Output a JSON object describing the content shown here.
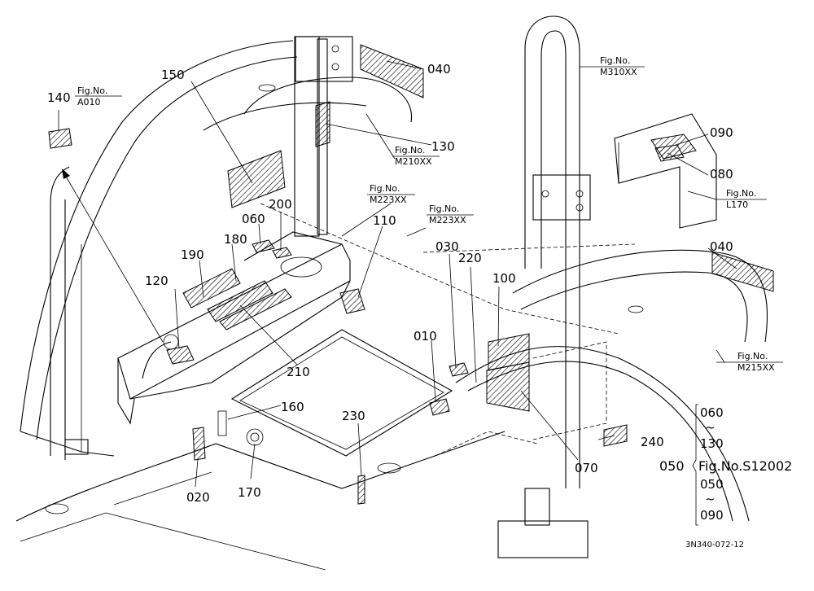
{
  "part_labels": {
    "p010": "010",
    "p020": "020",
    "p030": "030",
    "p040a": "040",
    "p040b": "040",
    "p060": "060",
    "p070": "070",
    "p080": "080",
    "p090": "090",
    "p100": "100",
    "p110": "110",
    "p120": "120",
    "p130": "130",
    "p140": "140",
    "p150": "150",
    "p160": "160",
    "p170": "170",
    "p180": "180",
    "p190": "190",
    "p200": "200",
    "p210": "210",
    "p220": "220",
    "p230": "230",
    "p240": "240"
  },
  "figure_refs": {
    "a010": {
      "prefix": "Fig.No.",
      "code": "A010"
    },
    "m210": {
      "prefix": "Fig.No.",
      "code": "M210XX"
    },
    "m223a": {
      "prefix": "Fig.No.",
      "code": "M223XX"
    },
    "m223b": {
      "prefix": "Fig.No.",
      "code": "M223XX"
    },
    "m310": {
      "prefix": "Fig.No.",
      "code": "M310XX"
    },
    "l170": {
      "prefix": "Fig.No.",
      "code": "L170"
    },
    "m215": {
      "prefix": "Fig.No.",
      "code": "M215XX"
    }
  },
  "group_note": {
    "top_from": "060",
    "top_tilde": "~",
    "top_to": "130",
    "main_code": "050",
    "main_fig": "Fig.No.S12002",
    "bottom_from": "050",
    "bottom_tilde": "~",
    "bottom_to": "090"
  },
  "drawing_code": "3N340-072-12"
}
